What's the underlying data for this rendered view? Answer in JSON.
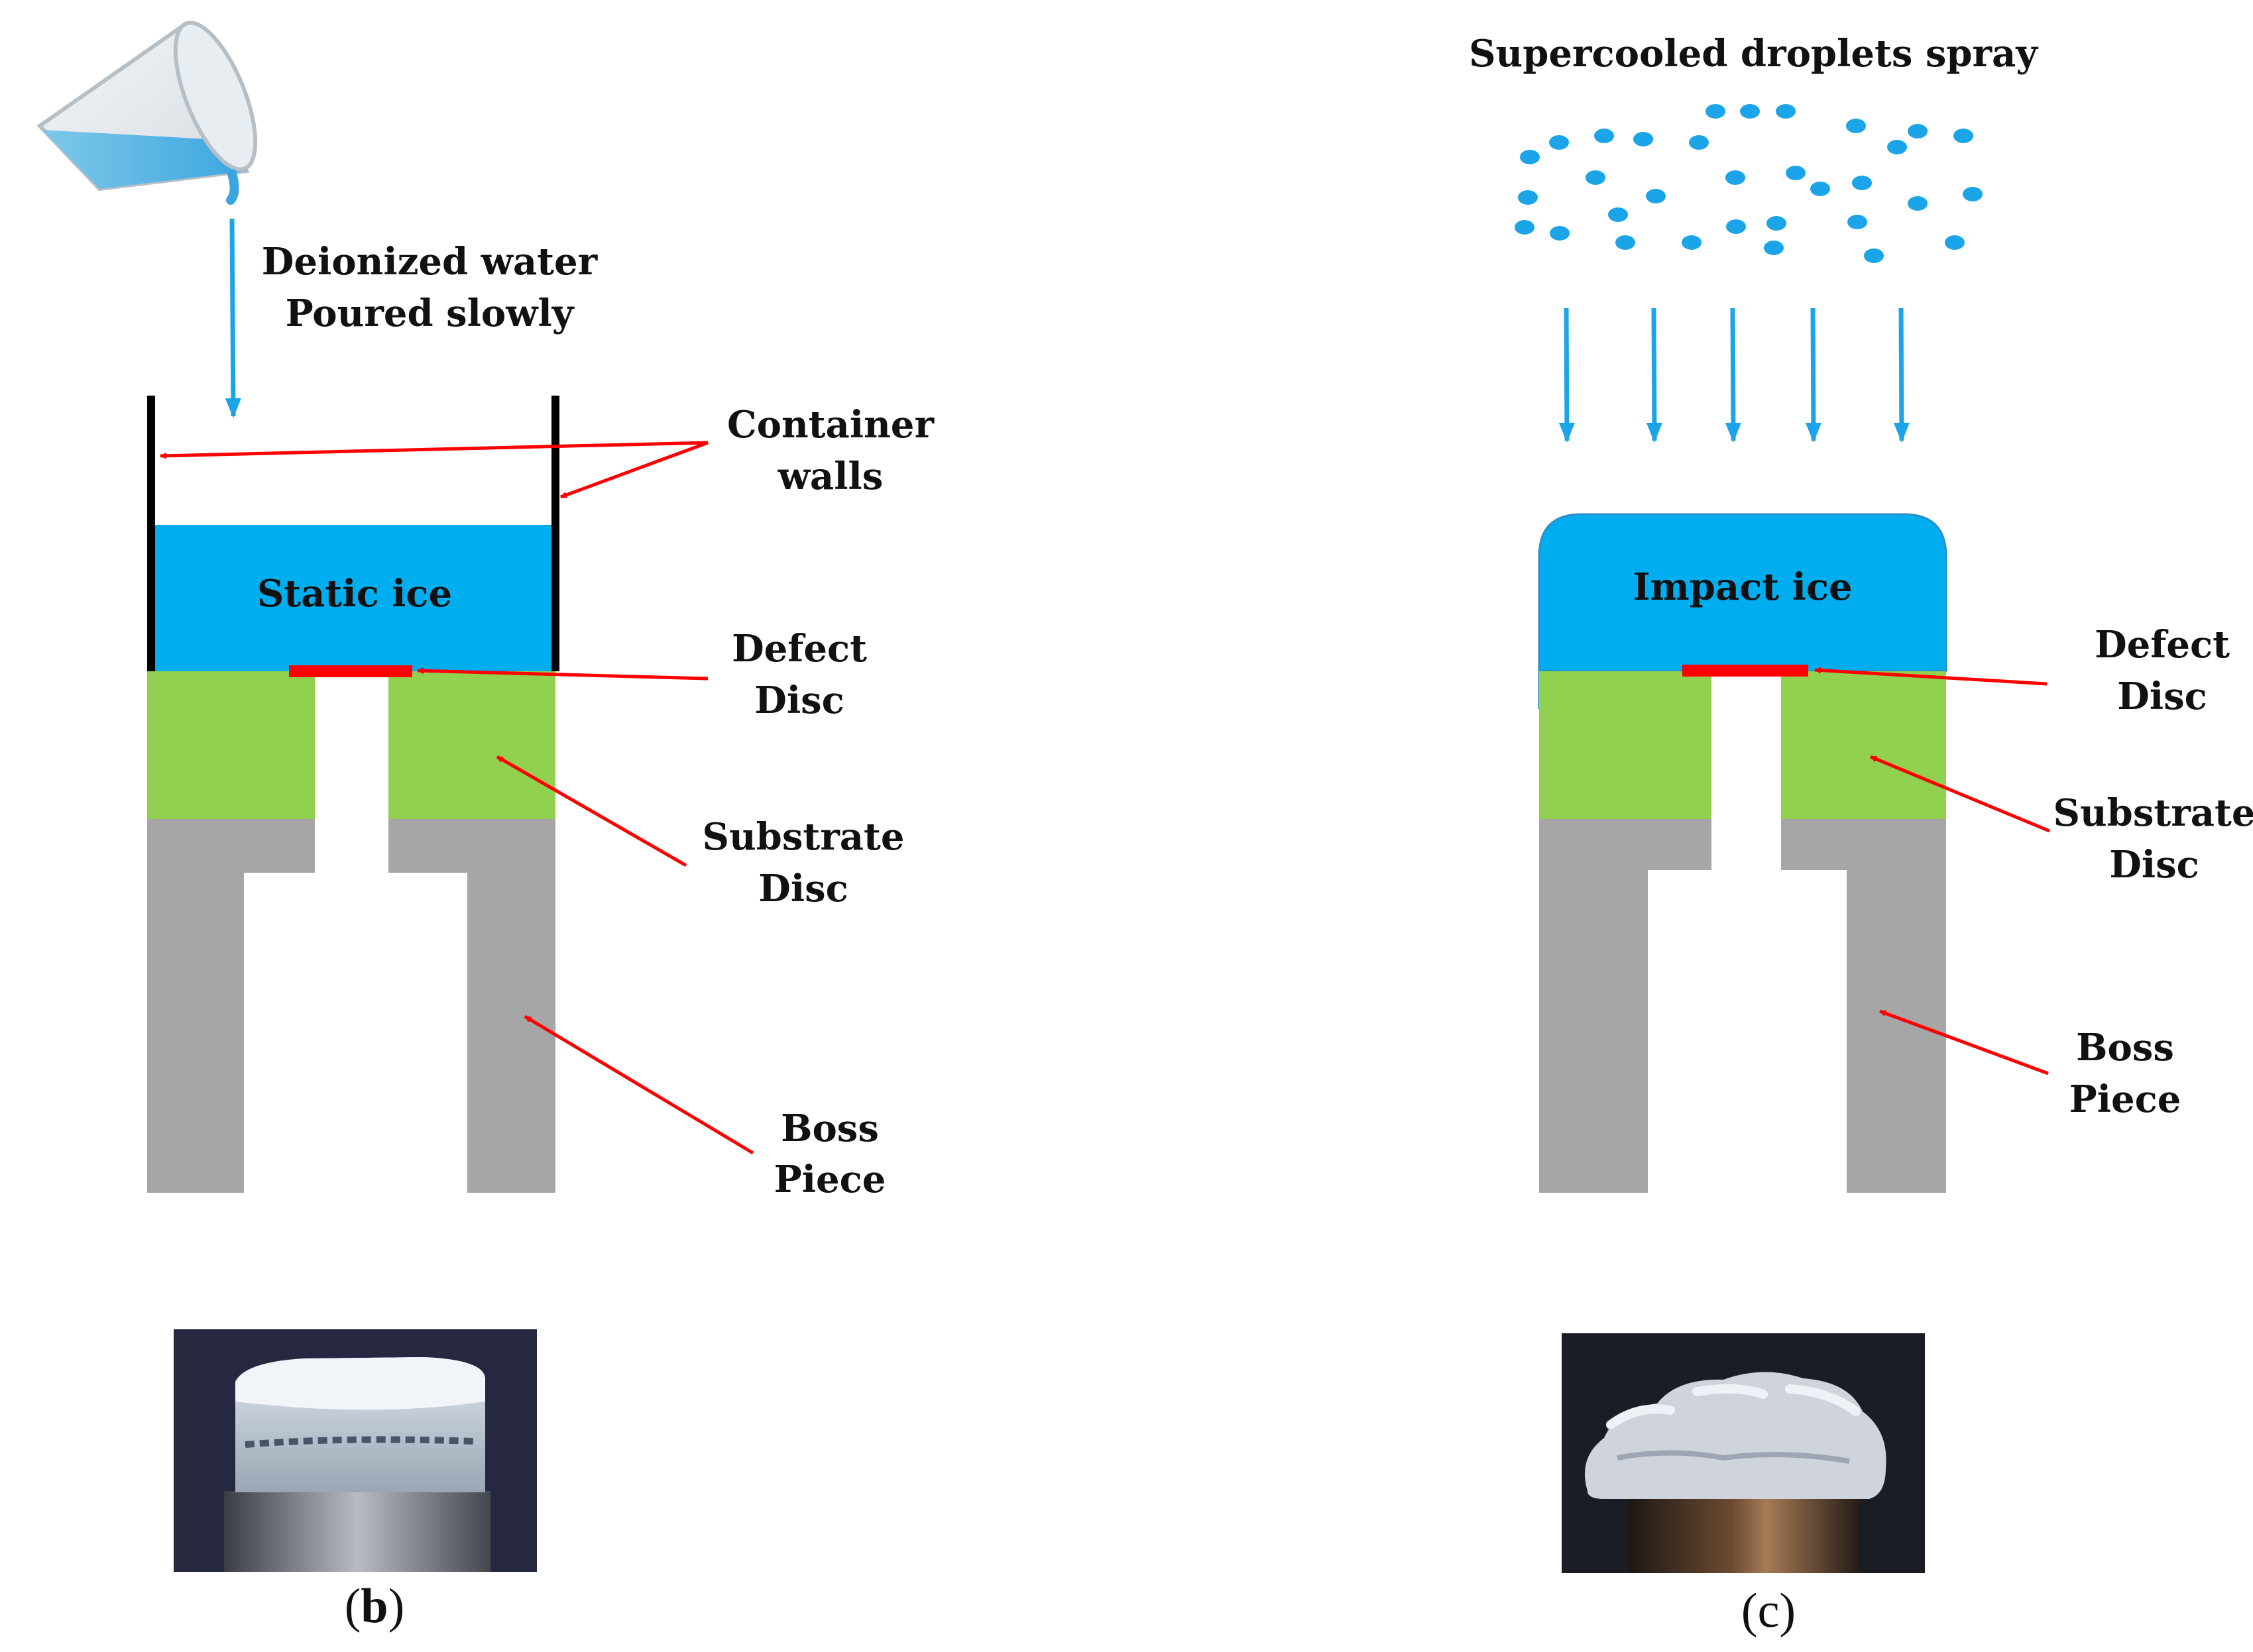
{
  "panel_b": {
    "pour_label_line1": "Deionized water",
    "pour_label_line2": "Poured slowly",
    "container_label_line1": "Container",
    "container_label_line2": "walls",
    "ice_label": "Static ice",
    "defect_label_line1": "Defect",
    "defect_label_line2": "Disc",
    "substrate_label_line1": "Substrate",
    "substrate_label_line2": "Disc",
    "boss_label_line1": "Boss",
    "boss_label_line2": "Piece",
    "caption_open": "(",
    "caption_letter": "b",
    "caption_close": ")"
  },
  "panel_c": {
    "spray_label": "Supercooled droplets spray",
    "ice_label": "Impact ice",
    "defect_label_line1": "Defect",
    "defect_label_line2": "Disc",
    "substrate_label_line1": "Substrate",
    "substrate_label_line2": "Disc",
    "boss_label_line1": "Boss",
    "boss_label_line2": "Piece",
    "caption": "(c)"
  },
  "colors": {
    "ice": "#00aeef",
    "substrate": "#92d050",
    "boss": "#a6a6a6",
    "defect": "#ff0000",
    "pointer": "#ff0000",
    "flow_arrow": "#00aeef",
    "droplet": "#1ba5e8"
  }
}
